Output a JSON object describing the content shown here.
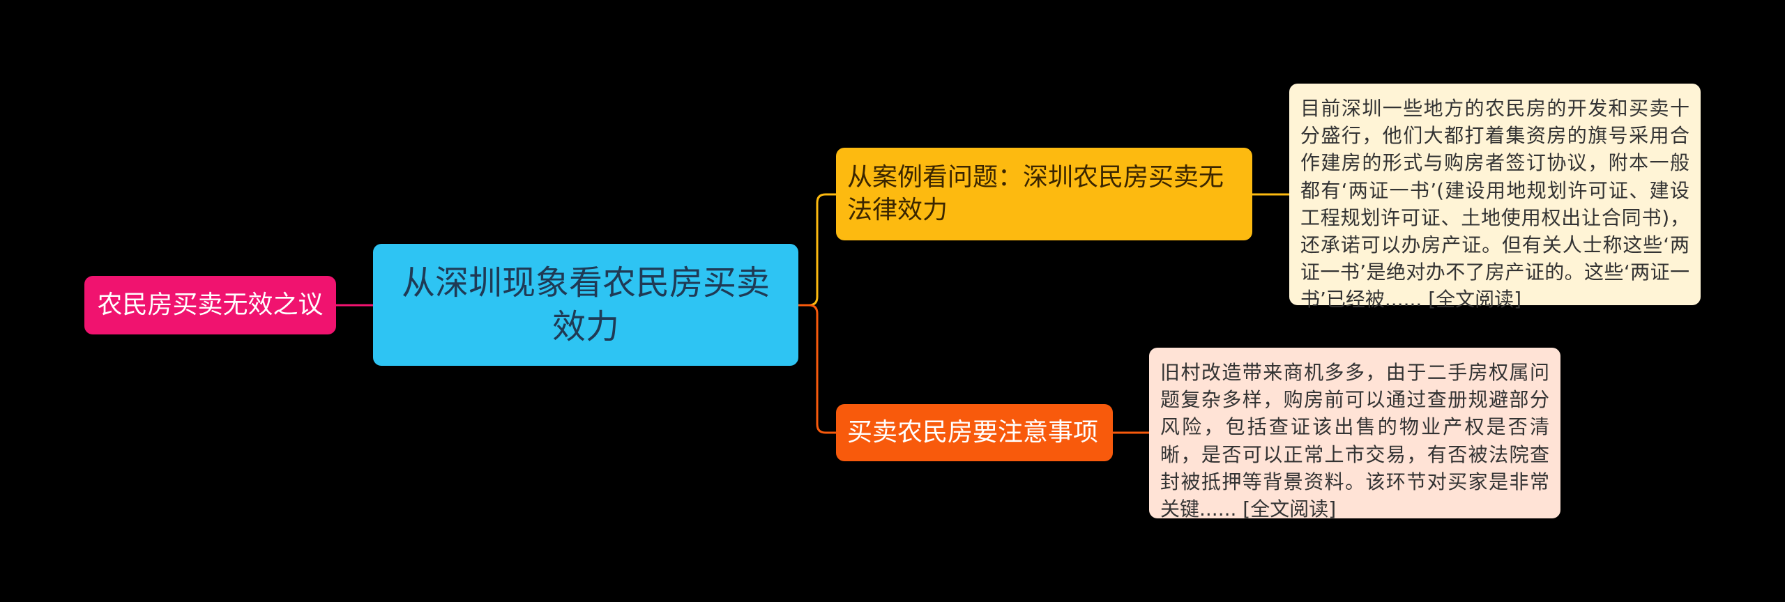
{
  "colors": {
    "background": "#000000",
    "central": "#2EC4F3",
    "left_topic": "#F0136F",
    "case_topic": "#FDBA10",
    "notice_topic": "#F85A0C",
    "case_note": "#FFF4D6",
    "notice_note": "#FFE3D6"
  },
  "central": {
    "label": "从深圳现象看农民房买卖效力"
  },
  "left_topic": {
    "label": "农民房买卖无效之议"
  },
  "branches": [
    {
      "label": "从案例看问题：深圳农民房买卖无法律效力",
      "note": "目前深圳一些地方的农民房的开发和买卖十分盛行，他们大都打着集资房的旗号采用合作建房的形式与购房者签订协议，附本一般都有‘两证一书’(建设用地规划许可证、建设工程规划许可证、土地使用权出让合同书)，还承诺可以办房产证。但有关人士称这些‘两证一书’是绝对办不了房产证的。这些‘两证一书’已经被...... [全文阅读]"
    },
    {
      "label": "买卖农民房要注意事项",
      "note": "旧村改造带来商机多多，由于二手房权属问题复杂多样，购房前可以通过查册规避部分风险，包括查证该出售的物业产权是否清晰，是否可以正常上市交易，有否被法院查封被抵押等背景资料。该环节对买家是非常关键...... [全文阅读]"
    }
  ]
}
